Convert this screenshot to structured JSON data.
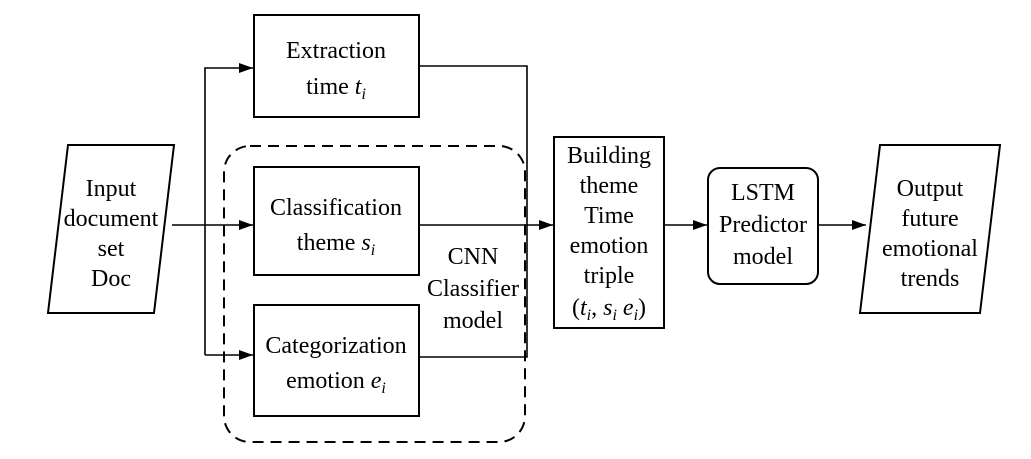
{
  "input": {
    "lines": [
      "Input",
      "document",
      "set",
      "Doc"
    ]
  },
  "extraction": {
    "line1": "Extraction",
    "line2_text": "time ",
    "var": "t",
    "sub": "i"
  },
  "classification": {
    "line1": "Classification",
    "line2_text": "theme ",
    "var": "s",
    "sub": "i"
  },
  "categorization": {
    "line1": "Categorization",
    "line2_text": "emotion ",
    "var": "e",
    "sub": "i"
  },
  "cnn": {
    "lines": [
      "CNN",
      "Classifier",
      "model"
    ]
  },
  "building": {
    "lines": [
      "Building",
      "theme",
      "Time",
      "emotion",
      "triple"
    ],
    "triple": {
      "open": "(",
      "v1": "t",
      "s1": "i",
      "sep1": ", ",
      "v2": "s",
      "s2": "i",
      "v3": "e",
      "s3": "i",
      "close": ")"
    }
  },
  "lstm": {
    "lines": [
      "LSTM",
      "Predictor",
      "model"
    ]
  },
  "output": {
    "lines": [
      "Output",
      "future",
      "emotional",
      "trends"
    ]
  }
}
